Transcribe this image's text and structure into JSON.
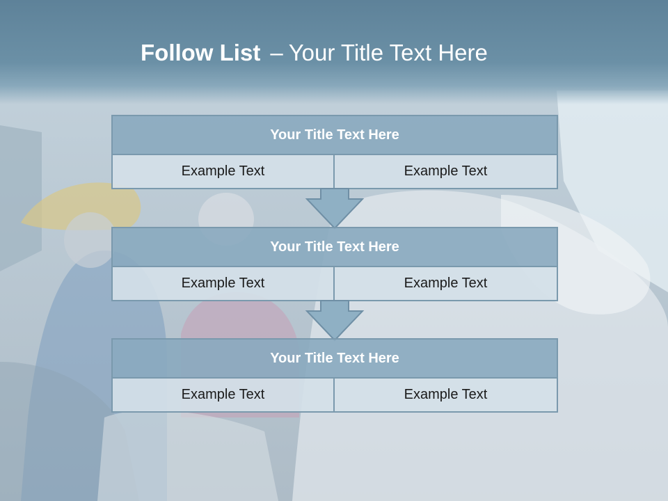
{
  "slide": {
    "title_bold": "Follow List",
    "title_separator": "–",
    "title_rest": "Your Title Text Here"
  },
  "blocks": [
    {
      "title": "Your Title Text Here",
      "left_text": "Example Text",
      "right_text": "Example Text"
    },
    {
      "title": "Your Title Text Here",
      "left_text": "Example Text",
      "right_text": "Example Text"
    },
    {
      "title": "Your Title Text Here",
      "left_text": "Example Text",
      "right_text": "Example Text"
    }
  ],
  "colors": {
    "title_band": "#6b90a6",
    "block_header": "#89aabf",
    "block_cell": "#d4e0e8",
    "border": "#7a99ad",
    "arrow_fill": "#8fb0c4"
  },
  "icons": [
    "down-arrow-icon",
    "down-arrow-icon"
  ]
}
